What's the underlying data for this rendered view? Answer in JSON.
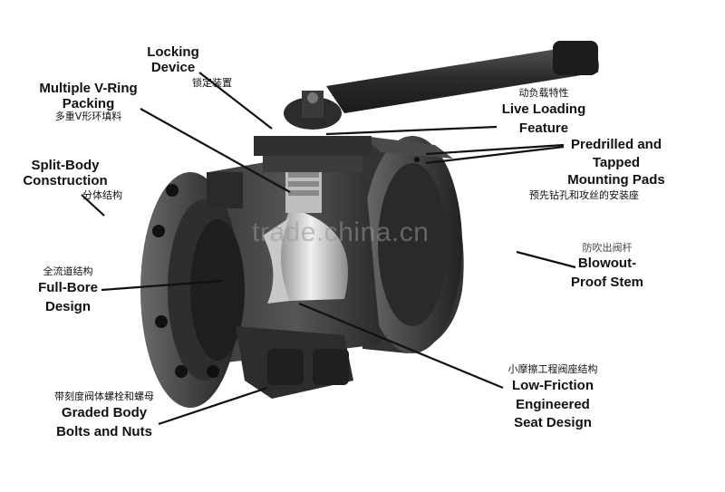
{
  "callouts": {
    "locking_device": {
      "en_line1": "Locking",
      "en_line2": "Device",
      "cn": "锁定装置"
    },
    "v_ring": {
      "en_line1": "Multiple V-Ring",
      "en_line2": "Packing",
      "cn": "多重V形环填料"
    },
    "split_body": {
      "en_line1": "Split-Body",
      "en_line2": "Construction",
      "cn": "分体结构"
    },
    "live_loading": {
      "cn": "动负载特性",
      "en_line1": "Live Loading",
      "en_line2": "Feature"
    },
    "mounting_pads": {
      "en_line1": "Predrilled and",
      "en_line2": "Tapped",
      "en_line3": "Mounting Pads",
      "cn": "预先钻孔和攻丝的安装座"
    },
    "blowout_stem": {
      "cn": "防吹出阀杆",
      "en_line1": "Blowout-",
      "en_line2": "Proof Stem"
    },
    "full_bore": {
      "cn": "全流道结构",
      "en_line1": "Full-Bore",
      "en_line2": "Design"
    },
    "seat_design": {
      "cn": "小摩擦工程阀座结构",
      "en_line1": "Low-Friction",
      "en_line2": "Engineered",
      "en_line3": "Seat Design"
    },
    "graded_bolts": {
      "cn": "带刻度阀体螺栓和螺母",
      "en_line1": "Graded Body",
      "en_line2": "Bolts and Nuts"
    }
  },
  "watermark": "trade.china.cn",
  "colors": {
    "metal_dark": "#2a2a2a",
    "metal_mid": "#4a4a4a",
    "metal_light": "#7a7a7a",
    "steel_bright": "#d8d8d8",
    "text": "#111111"
  }
}
